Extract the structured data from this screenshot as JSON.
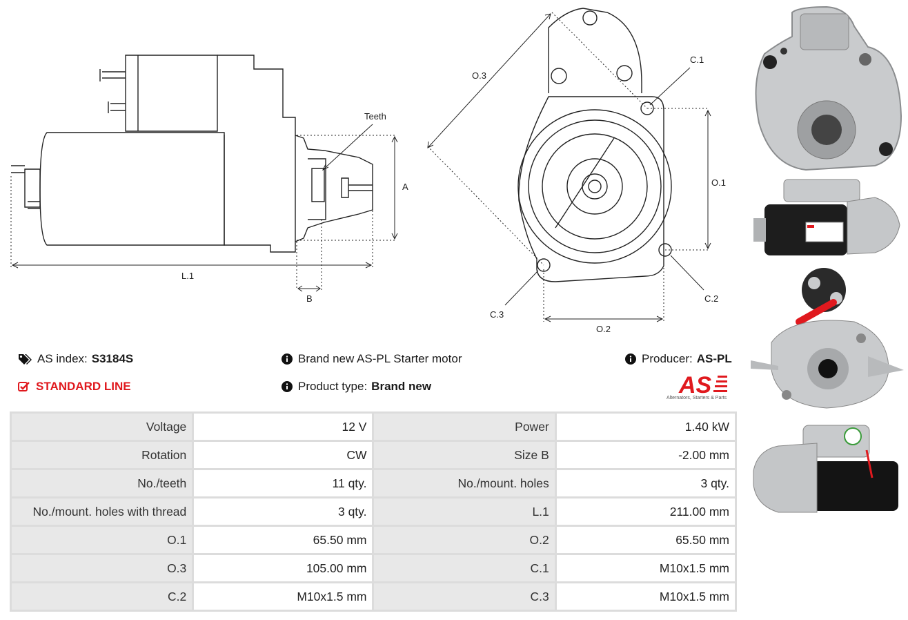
{
  "drawing_labels": {
    "teeth": "Teeth",
    "a": "A",
    "b": "B",
    "l1": "L.1",
    "o1": "O.1",
    "o2": "O.2",
    "o3": "O.3",
    "c1": "C.1",
    "c2": "C.2",
    "c3": "C.3"
  },
  "info": {
    "as_index_label": "AS index:",
    "as_index_value": "S3184S",
    "line": "STANDARD LINE",
    "description": "Brand new AS-PL Starter motor",
    "product_type_label": "Product type:",
    "product_type_value": "Brand new",
    "producer_label": "Producer:",
    "producer_value": "AS-PL"
  },
  "logo": {
    "mark": "AS",
    "tagline": "Alternators, Starters & Parts",
    "color": "#e0191e"
  },
  "icons": {
    "tags": "tags-icon",
    "check": "check-square-icon",
    "info": "info-circle-icon"
  },
  "specs": [
    [
      "Voltage",
      "12 V",
      "Power",
      "1.40 kW"
    ],
    [
      "Rotation",
      "CW",
      "Size B",
      "-2.00 mm"
    ],
    [
      "No./teeth",
      "11 qty.",
      "No./mount. holes",
      "3 qty."
    ],
    [
      "No./mount. holes with thread",
      "3 qty.",
      "L.1",
      "211.00 mm"
    ],
    [
      "O.1",
      "65.50 mm",
      "O.2",
      "65.50 mm"
    ],
    [
      "O.3",
      "105.00 mm",
      "C.1",
      "M10x1.5 mm"
    ],
    [
      "C.2",
      "M10x1.5 mm",
      "C.3",
      "M10x1.5 mm"
    ]
  ]
}
